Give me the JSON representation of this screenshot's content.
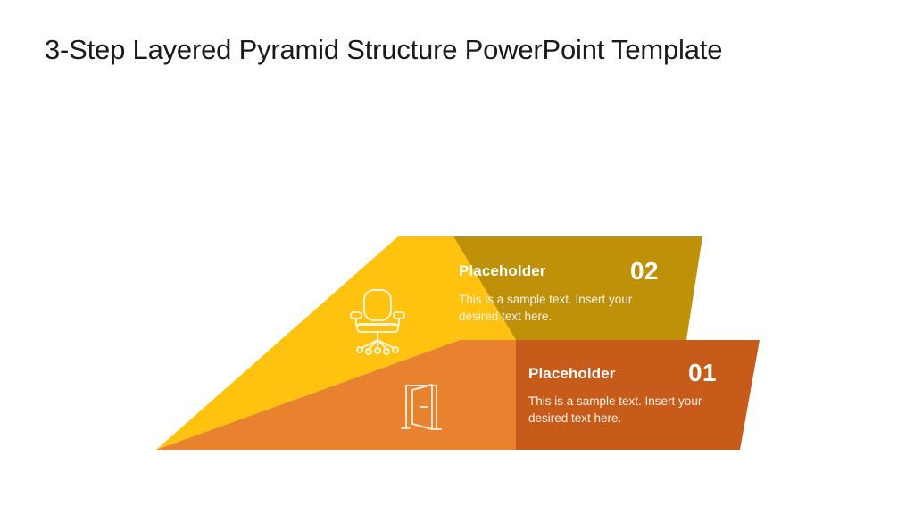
{
  "slide": {
    "title": "3-Step Layered Pyramid Structure PowerPoint Template",
    "background_color": "#FFFFFF",
    "title_color": "#1A1A1A"
  },
  "diagram": {
    "name": "3-step layered pyramid",
    "apex_position": "bottom-left",
    "layers": [
      {
        "number": "02",
        "heading": "Placeholder",
        "body": "This is a sample text. Insert your desired text here.",
        "icon": "office-chair-icon",
        "panel_color": "#BE9109",
        "wedge_color": "#FFC20E",
        "text_color": "#FFFFFF",
        "body_color": "#F7F3E8"
      },
      {
        "number": "01",
        "heading": "Placeholder",
        "body": "This is a sample text. Insert your desired text here.",
        "icon": "open-door-icon",
        "panel_color": "#C75B1A",
        "wedge_color": "#E8822E",
        "text_color": "#FFFFFF",
        "body_color": "#F7F3E8"
      }
    ]
  }
}
